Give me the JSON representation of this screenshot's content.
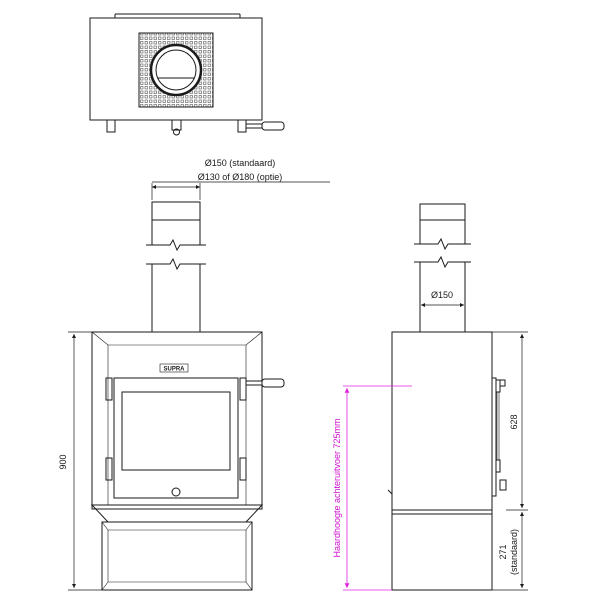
{
  "top_view": {
    "grid_color": "#555555"
  },
  "front_view": {
    "flue_diameter_standard": "Ø150 (standaard)",
    "flue_diameter_options": "Ø130 of Ø180 (optie)",
    "height_total": "900",
    "logo_text": "SUPRA"
  },
  "side_view": {
    "flue_diameter": "Ø150",
    "upper_height": "628",
    "lower_height": "271",
    "lower_height_note": "(standaard)",
    "hearth_height_label": "Haardhoogte achteruitvoer 725mm"
  },
  "colors": {
    "line": "#1a1a1a",
    "annotation": "#e020e0"
  }
}
